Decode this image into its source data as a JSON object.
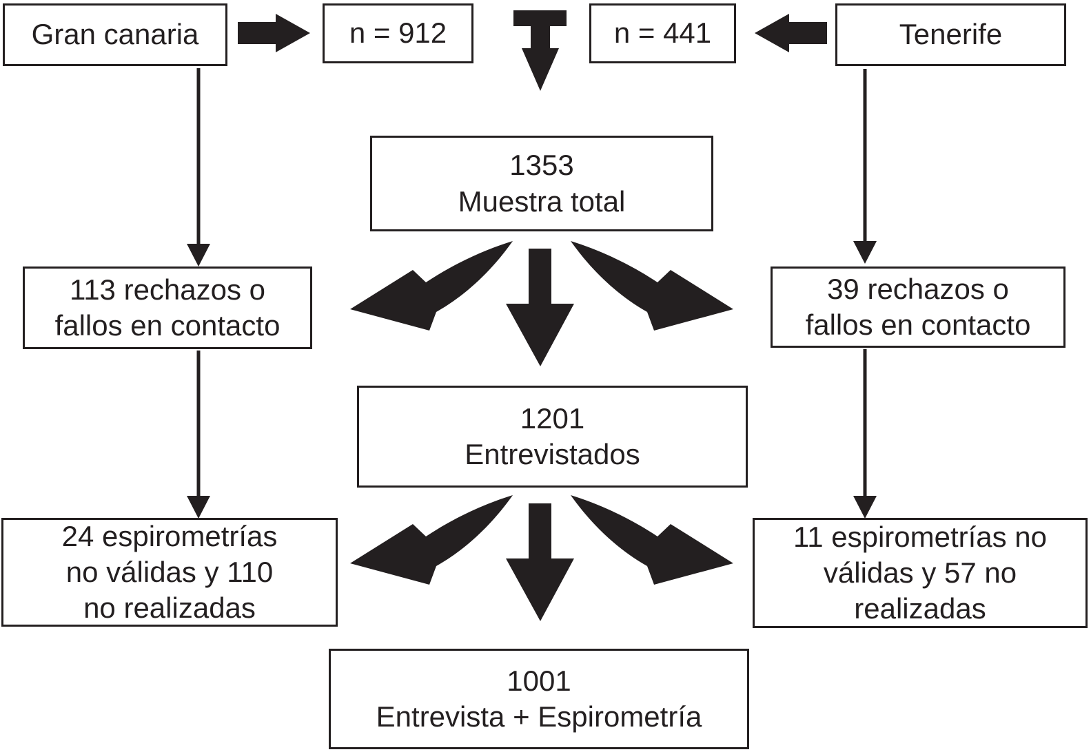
{
  "figure": {
    "kind": "study-flow-diagram"
  },
  "colors": {
    "ink": "#231f20",
    "background": "#ffffff"
  },
  "nodes": {
    "gran_canaria": {
      "lines": [
        "Gran canaria"
      ]
    },
    "n_gran_canaria": {
      "lines": [
        "n = 912"
      ]
    },
    "n_tenerife": {
      "lines": [
        "n = 441"
      ]
    },
    "tenerife": {
      "lines": [
        "Tenerife"
      ]
    },
    "muestra_total": {
      "lines": [
        "1353",
        "Muestra total"
      ]
    },
    "rechazos_gc": {
      "lines": [
        "113 rechazos o",
        "fallos en contacto"
      ]
    },
    "rechazos_tf": {
      "lines": [
        "39 rechazos o",
        "fallos en contacto"
      ]
    },
    "entrevistados": {
      "lines": [
        "1201",
        "Entrevistados"
      ]
    },
    "espirometrias_gc": {
      "lines": [
        "24 espirometrías",
        "no válidas y 110",
        "no realizadas"
      ]
    },
    "espirometrias_tf": {
      "lines": [
        "11 espirometrías no",
        "válidas y 57 no",
        "realizadas"
      ]
    },
    "final": {
      "lines": [
        "1001",
        "Entrevista + Espirometría"
      ]
    }
  },
  "edges": [
    {
      "from": "gran_canaria",
      "to": "n_gran_canaria",
      "style": "block-arrow-right"
    },
    {
      "from": "tenerife",
      "to": "n_tenerife",
      "style": "block-arrow-left"
    },
    {
      "from": "n_gran_canaria, n_tenerife",
      "to": "muestra_total",
      "style": "block-arrow-down"
    },
    {
      "from": "gran_canaria",
      "to": "rechazos_gc",
      "style": "thin-arrow-down"
    },
    {
      "from": "tenerife",
      "to": "rechazos_tf",
      "style": "thin-arrow-down"
    },
    {
      "from": "rechazos_gc",
      "to": "espirometrias_gc",
      "style": "thin-arrow-down"
    },
    {
      "from": "rechazos_tf",
      "to": "espirometrias_tf",
      "style": "thin-arrow-down"
    },
    {
      "from": "muestra_total",
      "to": "rechazos_gc",
      "style": "curved-arrow-left"
    },
    {
      "from": "muestra_total",
      "to": "entrevistados",
      "style": "block-arrow-down"
    },
    {
      "from": "muestra_total",
      "to": "rechazos_tf",
      "style": "curved-arrow-right"
    },
    {
      "from": "entrevistados",
      "to": "espirometrias_gc",
      "style": "curved-arrow-left"
    },
    {
      "from": "entrevistados",
      "to": "final",
      "style": "block-arrow-down"
    },
    {
      "from": "entrevistados",
      "to": "espirometrias_tf",
      "style": "curved-arrow-right"
    }
  ]
}
